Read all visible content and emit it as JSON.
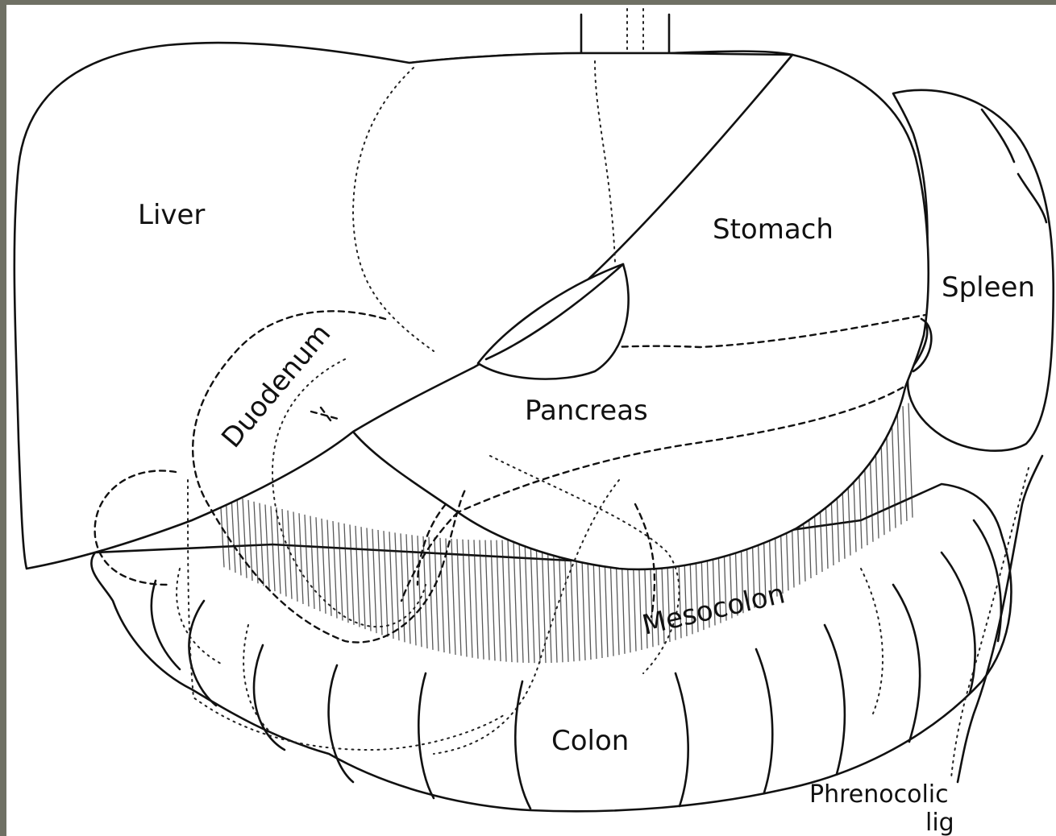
{
  "diagram": {
    "labels": {
      "liver": "Liver",
      "stomach": "Stomach",
      "spleen": "Spleen",
      "duodenum": "Duodenum",
      "pancreas": "Pancreas",
      "mesocolon": "Mesocolon",
      "colon": "Colon",
      "phrenocolic_line1": "Phrenocolic",
      "phrenocolic_line2": "lig"
    },
    "colors": {
      "background": "#6f7064",
      "paper": "#ffffff",
      "ink": "#111111"
    }
  }
}
